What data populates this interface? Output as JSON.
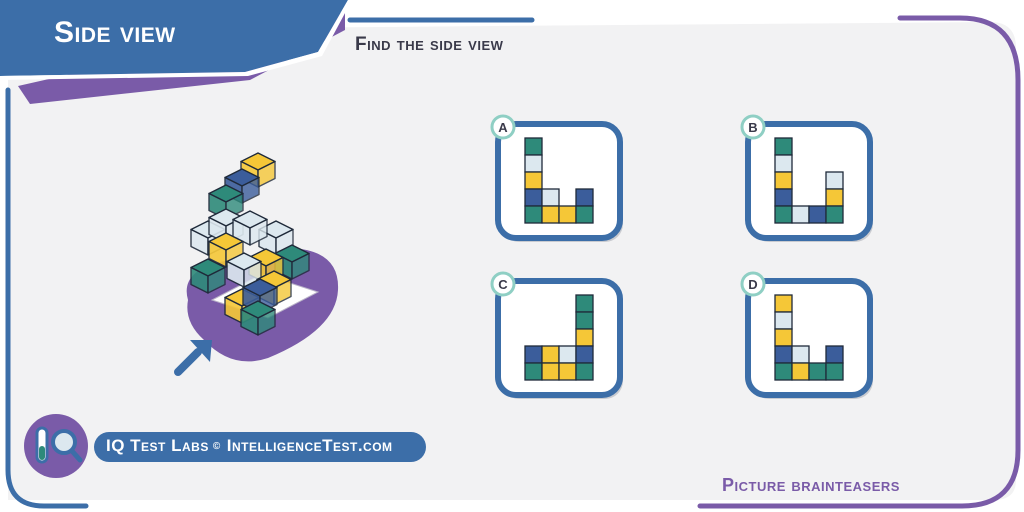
{
  "header": {
    "title": "Side view",
    "subtitle": "Find the side view"
  },
  "options": [
    {
      "label": "A",
      "grid": [
        [
          "teal",
          null,
          null,
          null,
          null
        ],
        [
          "light",
          null,
          null,
          null,
          null
        ],
        [
          "yellow",
          null,
          null,
          null,
          null
        ],
        [
          "navy",
          "light",
          null,
          "navy",
          null
        ],
        [
          "teal",
          "yellow",
          "yellow",
          "teal",
          null
        ]
      ]
    },
    {
      "label": "B",
      "grid": [
        [
          "teal",
          null,
          null,
          null,
          null
        ],
        [
          "light",
          null,
          null,
          null,
          null
        ],
        [
          "yellow",
          null,
          null,
          "light",
          null
        ],
        [
          "navy",
          null,
          null,
          "yellow",
          null
        ],
        [
          "teal",
          "light",
          "navy",
          "teal",
          null
        ]
      ]
    },
    {
      "label": "C",
      "grid": [
        [
          null,
          null,
          null,
          "teal",
          null
        ],
        [
          null,
          null,
          null,
          "teal",
          null
        ],
        [
          null,
          null,
          null,
          "yellow",
          null
        ],
        [
          "navy",
          "yellow",
          "light",
          "navy",
          null
        ],
        [
          "teal",
          "yellow",
          "yellow",
          "teal",
          null
        ]
      ]
    },
    {
      "label": "D",
      "grid": [
        [
          "yellow",
          null,
          null,
          null,
          null
        ],
        [
          "light",
          null,
          null,
          null,
          null
        ],
        [
          "yellow",
          null,
          null,
          null,
          null
        ],
        [
          "navy",
          "light",
          null,
          "navy",
          null
        ],
        [
          "teal",
          "yellow",
          "teal",
          "teal",
          null
        ]
      ]
    }
  ],
  "brand": {
    "name": "IQ Test Labs",
    "copyright": "©",
    "site": "IntelligenceTest.com"
  },
  "footer": {
    "category": "Picture brainteasers"
  },
  "colors": {
    "blue": "#3c6ea8",
    "purple": "#7a5ba8",
    "teal": "#2e8a7a",
    "yellow": "#f5c737",
    "navy": "#3b5d9b",
    "light": "#dce8ef",
    "panel": "#f2f2f3"
  },
  "icons": {
    "logo": "magnifier-flask-icon",
    "pointer": "arrow-icon"
  }
}
